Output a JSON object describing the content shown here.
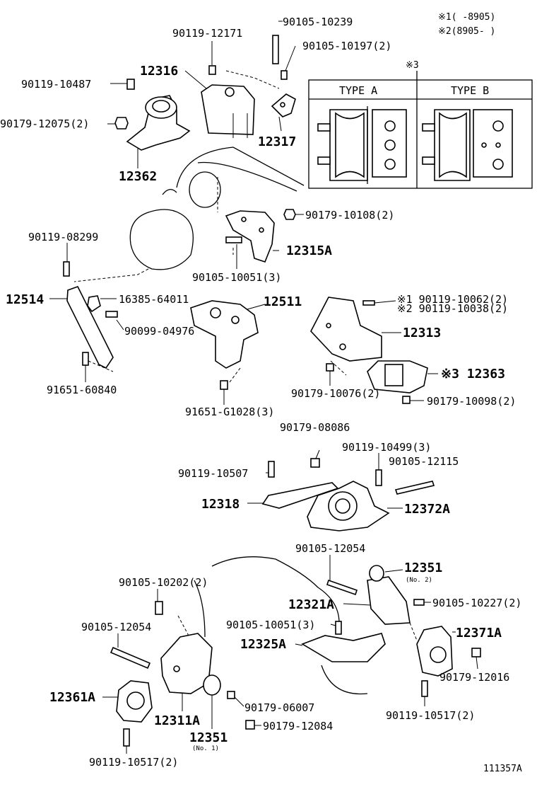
{
  "legend": {
    "note1": "※1(    -8905)",
    "note2": "※2(8905-     )",
    "note3": "※3"
  },
  "types": {
    "type_a": "TYPE A",
    "type_b": "TYPE B"
  },
  "labels": [
    {
      "id": "p-90105-10239",
      "text": "90105-10239",
      "big": false
    },
    {
      "id": "p-90119-12171",
      "text": "90119-12171",
      "big": false
    },
    {
      "id": "p-90105-10197",
      "text": "90105-10197(2)",
      "big": false
    },
    {
      "id": "p-12316",
      "text": "12316",
      "big": true
    },
    {
      "id": "p-90119-10487",
      "text": "90119-10487",
      "big": false
    },
    {
      "id": "p-90179-12075",
      "text": "90179-12075(2)",
      "big": false
    },
    {
      "id": "p-12317",
      "text": "12317",
      "big": true
    },
    {
      "id": "p-12362",
      "text": "12362",
      "big": true
    },
    {
      "id": "p-90179-10108",
      "text": "90179-10108(2)",
      "big": false
    },
    {
      "id": "p-90119-08299",
      "text": "90119-08299",
      "big": false
    },
    {
      "id": "p-12315A",
      "text": "12315A",
      "big": true
    },
    {
      "id": "p-90105-10051-3",
      "text": "90105-10051(3)",
      "big": false
    },
    {
      "id": "p-12514",
      "text": "12514",
      "big": true
    },
    {
      "id": "p-16385-64011",
      "text": "16385-64011",
      "big": false
    },
    {
      "id": "p-12511",
      "text": "12511",
      "big": true
    },
    {
      "id": "p-90119-10062",
      "text": "※1 90119-10062(2)",
      "big": false
    },
    {
      "id": "p-90119-10038",
      "text": "※2 90119-10038(2)",
      "big": false
    },
    {
      "id": "p-90099-04976",
      "text": "90099-04976",
      "big": false
    },
    {
      "id": "p-12313",
      "text": "12313",
      "big": true
    },
    {
      "id": "p-12363",
      "text": "※3 12363",
      "big": true
    },
    {
      "id": "p-91651-60840",
      "text": "91651-60840",
      "big": false
    },
    {
      "id": "p-90179-10076",
      "text": "90179-10076(2)",
      "big": false
    },
    {
      "id": "p-90179-10098",
      "text": "90179-10098(2)",
      "big": false
    },
    {
      "id": "p-91651-G1028",
      "text": "91651-G1028(3)",
      "big": false
    },
    {
      "id": "p-90179-08086",
      "text": "90179-08086",
      "big": false
    },
    {
      "id": "p-90119-10499",
      "text": "90119-10499(3)",
      "big": false
    },
    {
      "id": "p-90105-12115",
      "text": "90105-12115",
      "big": false
    },
    {
      "id": "p-90119-10507",
      "text": "90119-10507",
      "big": false
    },
    {
      "id": "p-12318",
      "text": "12318",
      "big": true
    },
    {
      "id": "p-12372A",
      "text": "12372A",
      "big": true
    },
    {
      "id": "p-90105-12054-top",
      "text": "90105-12054",
      "big": false
    },
    {
      "id": "p-12351-no2",
      "text": "12351",
      "big": true
    },
    {
      "id": "p-90105-10202",
      "text": "90105-10202(2)",
      "big": false
    },
    {
      "id": "p-90105-10227",
      "text": "90105-10227(2)",
      "big": false
    },
    {
      "id": "p-12321A",
      "text": "12321A",
      "big": true
    },
    {
      "id": "p-90105-10051-b",
      "text": "90105-10051(3)",
      "big": false
    },
    {
      "id": "p-90105-12054-left",
      "text": "90105-12054",
      "big": false
    },
    {
      "id": "p-12371A",
      "text": "12371A",
      "big": true
    },
    {
      "id": "p-12325A",
      "text": "12325A",
      "big": true
    },
    {
      "id": "p-90179-12016",
      "text": "90179-12016",
      "big": false
    },
    {
      "id": "p-12361A",
      "text": "12361A",
      "big": true
    },
    {
      "id": "p-90179-06007",
      "text": "90179-06007",
      "big": false
    },
    {
      "id": "p-90119-10517-right",
      "text": "90119-10517(2)",
      "big": false
    },
    {
      "id": "p-12311A",
      "text": "12311A",
      "big": true
    },
    {
      "id": "p-90179-12084",
      "text": "90179-12084",
      "big": false
    },
    {
      "id": "p-12351-no1",
      "text": "12351",
      "big": true
    },
    {
      "id": "p-90119-10517-left",
      "text": "90119-10517(2)",
      "big": false
    }
  ],
  "small_notes": {
    "no2": "(No. 2)",
    "no1": "(No. 1)"
  },
  "diagram_id": "111357A"
}
